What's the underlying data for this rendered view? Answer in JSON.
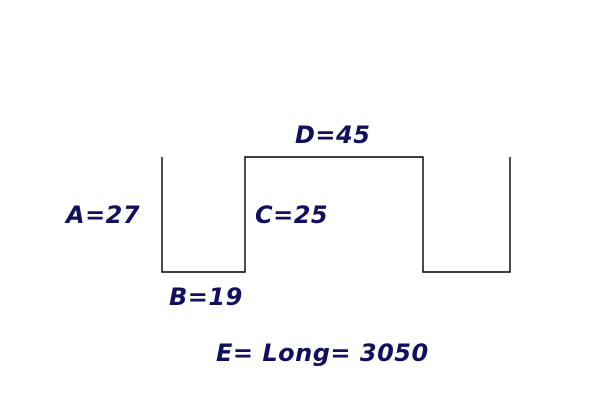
{
  "diagram": {
    "line_color": "#000000",
    "text_color": "#12105e",
    "labels": {
      "a": "A=27",
      "b": "B=19",
      "c": "C=25",
      "d": "D=45",
      "e": "E= Long= 3050"
    }
  }
}
